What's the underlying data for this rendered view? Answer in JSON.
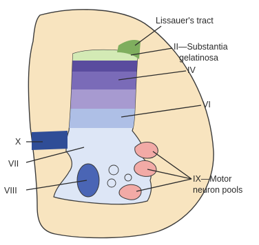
{
  "labels": {
    "lissauer": "Lissauer's tract",
    "substantia_line1": "II—Substantia",
    "substantia_line2": "gelatinosa",
    "lamina_iv": "IV",
    "lamina_vi": "VI",
    "lamina_x": "X",
    "lamina_vii": "VII",
    "lamina_viii": "VIII",
    "motor_line1": "IX—Motor",
    "motor_line2": "neuron pools"
  },
  "colors": {
    "white_matter": "#f8e4bf",
    "outline": "#3a3a3a",
    "lissauer_tract": "#7fae5e",
    "substantia_gelatinosa": "#d3eab5",
    "lamina_iii": "#5a4c9e",
    "lamina_iv": "#7a6bb8",
    "lamina_v": "#a79ad0",
    "lamina_vi": "#aebfe6",
    "lamina_vii": "#dde6f6",
    "lamina_x": "#2f4d97",
    "lamina_viii": "#4a65b5",
    "motor_neuron_pools": "#f2aaa6"
  }
}
